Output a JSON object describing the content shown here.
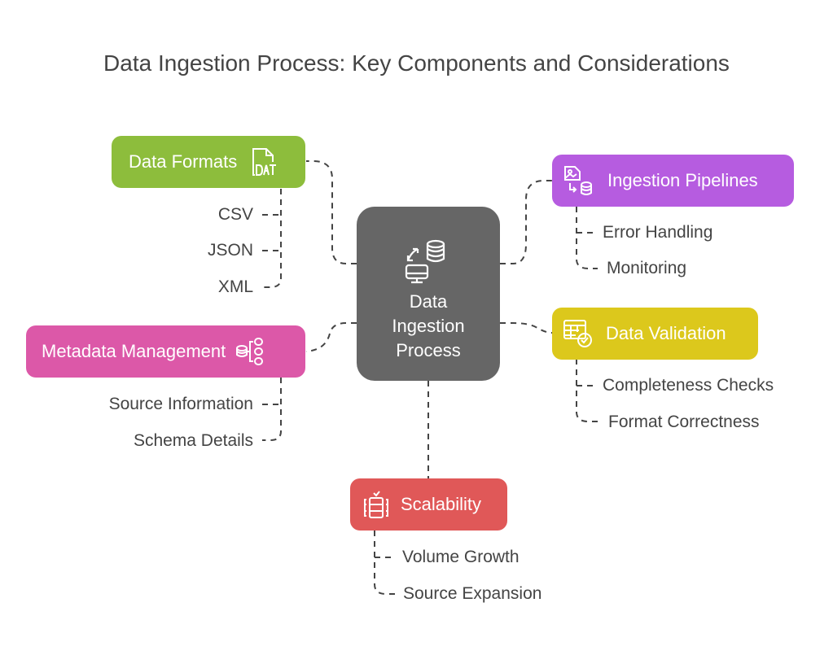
{
  "title": "Data Ingestion Process: Key Components and Considerations",
  "center": {
    "label_lines": [
      "Data",
      "Ingestion",
      "Process"
    ],
    "icon": "data-sync-icon",
    "color": "#666666"
  },
  "branches": {
    "data_formats": {
      "label": "Data Formats",
      "icon": "dat-file-icon",
      "color": "#8dbd3c",
      "children": [
        "CSV",
        "JSON",
        "XML"
      ]
    },
    "metadata": {
      "label": "Metadata Management",
      "icon": "database-tree-icon",
      "color": "#dc58a8",
      "children": [
        "Source Information",
        "Schema Details"
      ]
    },
    "pipelines": {
      "label": "Ingestion Pipelines",
      "icon": "image-to-database-icon",
      "color": "#b65ce0",
      "children": [
        "Error Handling",
        "Monitoring"
      ]
    },
    "validation": {
      "label": "Data Validation",
      "icon": "table-check-icon",
      "color": "#dcc81c",
      "children": [
        "Completeness Checks",
        "Format Correctness"
      ]
    },
    "scalability": {
      "label": "Scalability",
      "icon": "server-scale-icon",
      "color": "#e05858",
      "children": [
        "Volume Growth",
        "Source Expansion"
      ]
    }
  }
}
